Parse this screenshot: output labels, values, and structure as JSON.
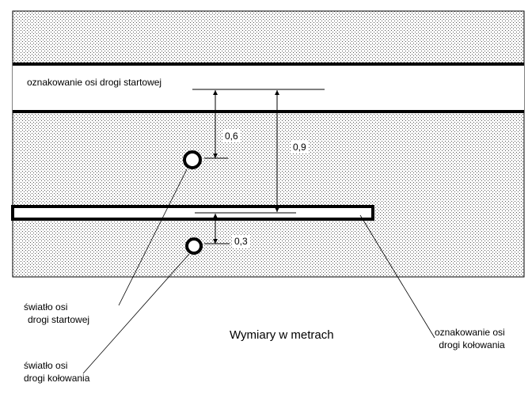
{
  "runway_marking_label": "oznakowanie osi drogi startowej",
  "dimensions": {
    "runway_light_offset": "0,6",
    "marking_offset": "0,9",
    "taxiway_light_offset": "0,3"
  },
  "runway_light_label": [
    "światło osi",
    "drogi startowej"
  ],
  "taxiway_light_label": [
    "światło osi",
    "drogi kołowania"
  ],
  "taxiway_marking_label": [
    "oznakowanie osi",
    "drogi kołowania"
  ],
  "units_note": "Wymiary w metrach"
}
